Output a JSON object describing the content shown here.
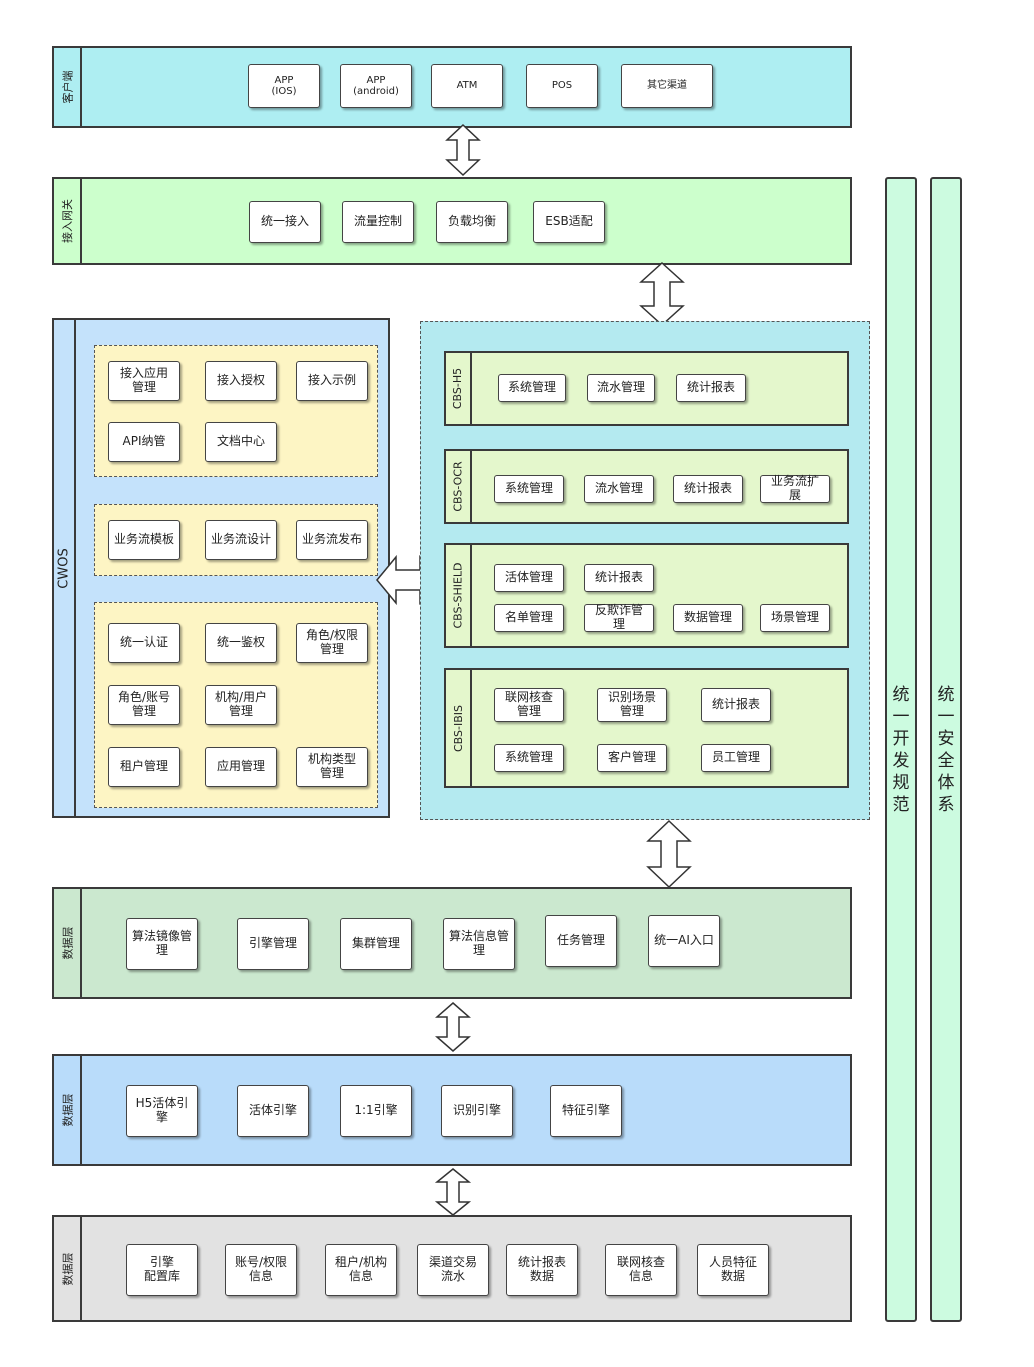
{
  "client": {
    "label": "客户端",
    "items": [
      "APP\n(IOS)",
      "APP\n(android)",
      "ATM",
      "POS",
      "其它渠道"
    ]
  },
  "gateway": {
    "label": "接入网关",
    "items": [
      "统一接入",
      "流量控制",
      "负载均衡",
      "ESB适配"
    ]
  },
  "cwos": {
    "label": "CWOS",
    "group1": [
      "接入应用\n管理",
      "接入授权",
      "接入示例",
      "API纳管",
      "文档中心"
    ],
    "group2": [
      "业务流模板",
      "业务流设计",
      "业务流发布"
    ],
    "group3": [
      "统一认证",
      "统一鉴权",
      "角色/权限\n管理",
      "角色/账号\n管理",
      "机构/用户\n管理",
      "租户管理",
      "应用管理",
      "机构类型\n管理"
    ]
  },
  "cbs_h5": {
    "label": "CBS-H5",
    "items": [
      "系统管理",
      "流水管理",
      "统计报表"
    ]
  },
  "cbs_ocr": {
    "label": "CBS-OCR",
    "items": [
      "系统管理",
      "流水管理",
      "统计报表",
      "业务流扩\n展"
    ]
  },
  "cbs_shield": {
    "label": "CBS-SHIELD",
    "items": [
      "活体管理",
      "统计报表",
      "名单管理",
      "反欺诈管\n理",
      "数据管理",
      "场景管理"
    ]
  },
  "cbs_ibis": {
    "label": "CBS-IBIS",
    "items": [
      "联网核查\n管理",
      "识别场景\n管理",
      "统计报表",
      "系统管理",
      "客户管理",
      "员工管理"
    ]
  },
  "data1": {
    "label": "数据层",
    "items": [
      "算法镜像管\n理",
      "引擎管理",
      "集群管理",
      "算法信息管\n理",
      "任务管理",
      "统一AI入口"
    ]
  },
  "data2": {
    "label": "数据层",
    "items": [
      "H5活体引\n擎",
      "活体引擎",
      "1:1引擎",
      "识别引擎",
      "特征引擎"
    ]
  },
  "data3": {
    "label": "数据层",
    "items": [
      "引擎\n配置库",
      "账号/权限\n信息",
      "租户/机构\n信息",
      "渠道交易\n流水",
      "统计报表\n数据",
      "联网核查\n信息",
      "人员特征\n数据"
    ]
  },
  "side": {
    "dev": "统一开发规范",
    "sec": "统一安全体系"
  },
  "colors": {
    "client": "#aeeef2",
    "gateway": "#ccffcc",
    "cwos": "#c4e2fb",
    "cbs": "#b4eaf0",
    "data1": "#cbe8cf",
    "data2": "#b9dcfa",
    "data3": "#e2e2e2",
    "group": "#fdf5c4",
    "side": "#ccfbe0"
  }
}
